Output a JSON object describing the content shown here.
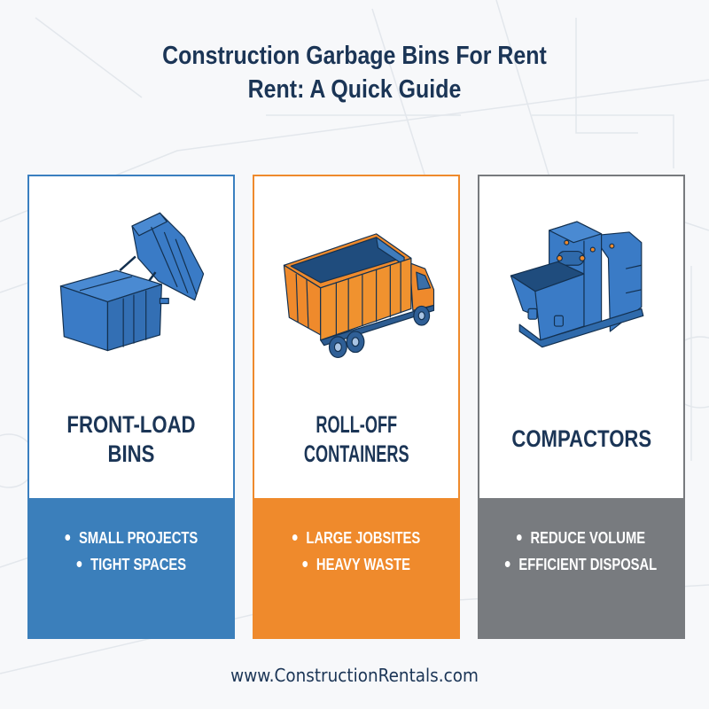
{
  "header": {
    "title_line1": "Construction Garbage Bins For Rent",
    "title_line2": "Rent: A Quick Guide"
  },
  "colors": {
    "title": "#1b3556",
    "front_load_accent": "#3b7fbb",
    "roll_off_accent": "#ef8a2c",
    "compactor_accent": "#787b7f",
    "background": "#f7f8fa"
  },
  "panels": [
    {
      "name": "FRONT-LOAD BINS",
      "icon": "front-load-bin-icon",
      "bullets": [
        "SMALL PROJECTS",
        "TIGHT SPACES"
      ]
    },
    {
      "name_line1": "ROLL-OFF",
      "name_line2": "CONTAINERS",
      "icon": "roll-off-truck-icon",
      "bullets": [
        "LARGE JOBSITES",
        "HEAVY WASTE"
      ]
    },
    {
      "name": "COMPACTORS",
      "icon": "compactor-icon",
      "bullets": [
        "REDUCE VOLUME",
        "EFFICIENT DISPOSAL"
      ]
    }
  ],
  "footer": {
    "url": "www.ConstructionRentals.com"
  }
}
